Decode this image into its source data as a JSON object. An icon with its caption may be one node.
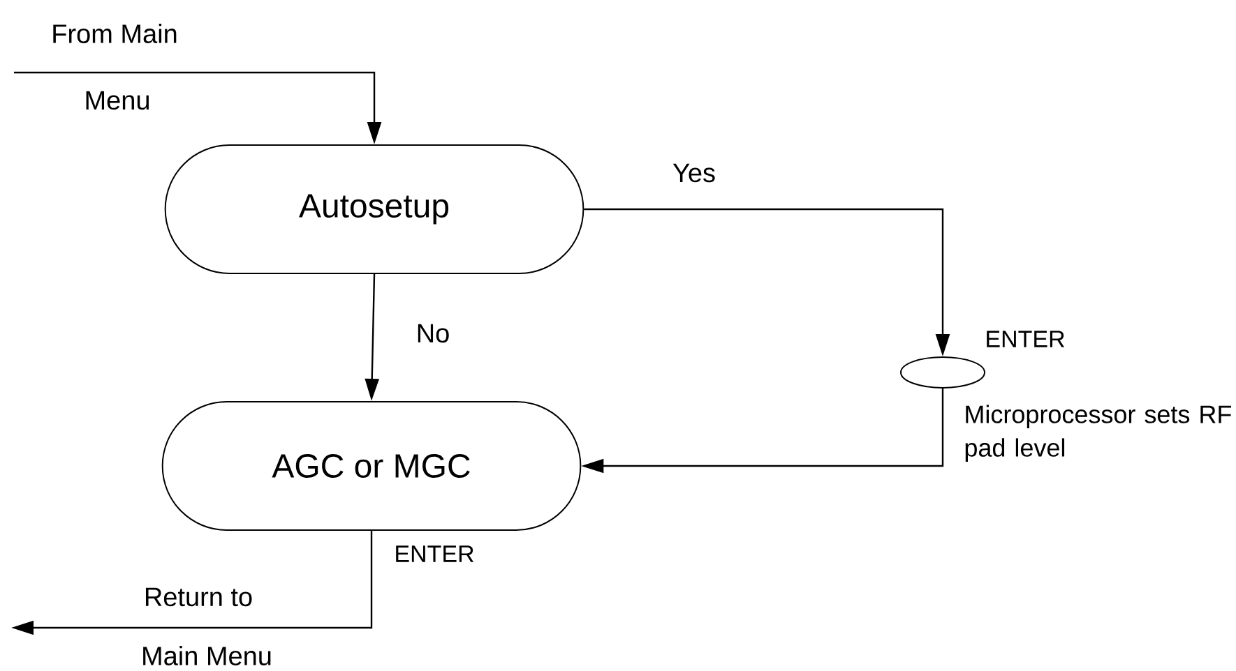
{
  "diagram": {
    "nodes": [
      {
        "text": [
          "Autosetup"
        ]
      },
      {
        "text": [
          "AGC or MGC"
        ]
      },
      {
        "text": [],
        "shape": "ellipse",
        "beside": [
          "ENTER",
          "Microprocessor sets RF pad level"
        ]
      }
    ],
    "edges": [
      {
        "from": null,
        "to": 0,
        "arrow": "to"
      },
      {
        "from": 0,
        "to": 2,
        "arrow": "to",
        "label": "Yes"
      },
      {
        "from": 0,
        "to": 1,
        "arrow": "to",
        "label": "No"
      },
      {
        "from": 2,
        "to": 1,
        "arrow": "to"
      },
      {
        "from": 1,
        "to": null,
        "arrow": "to",
        "label": "ENTER"
      }
    ],
    "labels": [
      "From Main",
      "Menu",
      "Return to",
      "Main Menu"
    ]
  }
}
